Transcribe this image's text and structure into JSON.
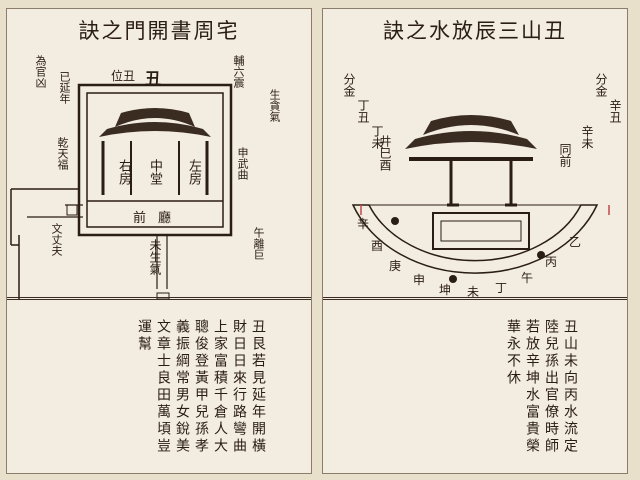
{
  "left": {
    "title": "訣之門開書周宅",
    "top_char": "丑",
    "small_label": "位丑",
    "rooms": {
      "main_hall": "中堂",
      "right_room": "右房",
      "left_room": "左房",
      "front_hall": "前廳"
    },
    "labels": {
      "n1": "輔六震",
      "n2": "為官凶",
      "n3": "乾天福",
      "n4": "文丈夫",
      "e1": "申武曲",
      "e2": "午離巨",
      "w1": "已延年",
      "w2": "生貪氣",
      "s1": "未生氣"
    },
    "poem": [
      "丑艮若見延年開橫",
      "財日日來行路彎曲",
      "上家富積千倉人大",
      "聰俊登黃甲兒孫孝",
      "義振綱常男女銳美",
      "文章士良田萬頃豈",
      "運幫"
    ]
  },
  "right": {
    "title": "訣之水放辰三山丑",
    "left_note": [
      "分金",
      "丁丑",
      "丁未"
    ],
    "right_note": [
      "分金",
      "辛丑",
      "辛未"
    ],
    "inner_left": "井巳酉",
    "inner_right": "同前",
    "ring": [
      "辛",
      "酉",
      "庚",
      "申",
      "坤",
      "未",
      "丁",
      "午",
      "丙",
      "乙"
    ],
    "poem": [
      "丑山未向丙水流定",
      "陸兒孫出官僚時師",
      "若放辛坤水富貴榮",
      "華永不休"
    ]
  }
}
